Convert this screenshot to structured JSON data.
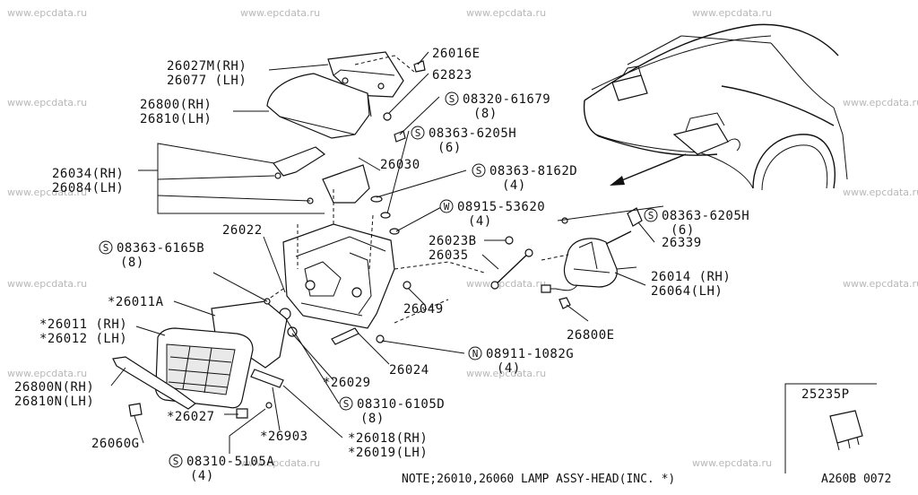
{
  "watermarks": [
    "www.epcdata.ru",
    "www.epcdata.ru",
    "www.epcdata.ru",
    "www.epcdata.ru",
    "www.epcdata.ru",
    "www.epcdata.ru",
    "www.epcdata.ru",
    "www.epcdata.ru",
    "www.epcdata.ru",
    "www.epcdata.ru",
    "www.epcdata.ru",
    "www.epcdata.ru",
    "www.epcdata.ru",
    "www.epcdata.ru",
    "www.epcdata.ru"
  ],
  "labels": {
    "p26016E": "26016E",
    "p26027M": "26027M(RH)",
    "p26077": "26077 (LH)",
    "p62823": "62823",
    "s08320_61679": "08320-61679",
    "q8a": "(8)",
    "p26800": "26800(RH)",
    "p26810": "26810(LH)",
    "s08363_6205H_a": "08363-6205H",
    "q6a": "(6)",
    "p26030": "26030",
    "p26034": "26034(RH)",
    "p26084": "26084(LH)",
    "s08363_8162D": "08363-8162D",
    "q4a": "(4)",
    "w08915_53620": "08915-53620",
    "q4b": "(4)",
    "p26022": "26022",
    "s08363_6205H_b": "08363-6205H",
    "q6b": "(6)",
    "s08363_6165B": "08363-6165B",
    "q8b": "(8)",
    "p26023B": "26023B",
    "p26035": "26035",
    "p26339": "26339",
    "p26014": "26014 (RH)",
    "p26064": "26064(LH)",
    "p26011A": "*26011A",
    "p26049": "26049",
    "p26011": "*26011 (RH)",
    "p26012": "*26012 (LH)",
    "p26800E": "26800E",
    "n08911_1082G": "08911-1082G",
    "q4c": "(4)",
    "p26024": "26024",
    "p26029": "*26029",
    "p26800N": "26800N(RH)",
    "p26810N": "26810N(LH)",
    "s08310_6105D": "08310-6105D",
    "q8c": "(8)",
    "p25235P": "25235P",
    "p26027": "*26027",
    "p26903": "*26903",
    "p26060G": "26060G",
    "p26018": "*26018(RH)",
    "p26019": "*26019(LH)",
    "s08310_5105A": "08310-5105A",
    "q4d": "(4)",
    "note": "NOTE;26010,26060 LAMP ASSY-HEAD(INC. *)",
    "code": "A260B 0072"
  },
  "symbols": {
    "S": "S",
    "W": "W",
    "N": "N"
  }
}
